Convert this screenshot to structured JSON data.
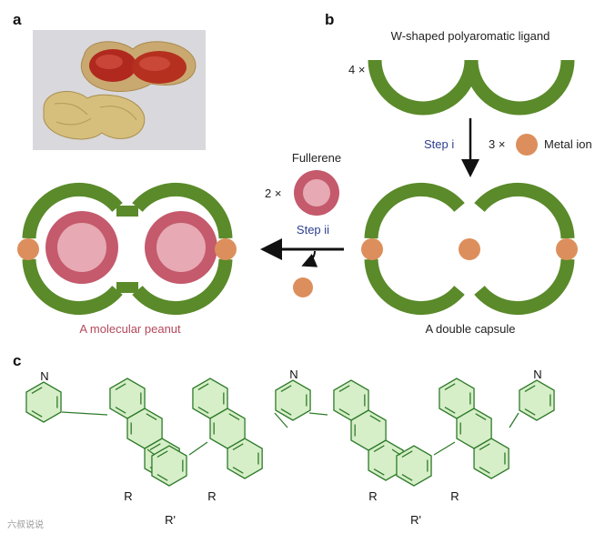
{
  "panels": {
    "a": "a",
    "b": "b",
    "c": "c"
  },
  "labels": {
    "ligand": "W-shaped polyaromatic ligand",
    "ligand_count": "4 ×",
    "step_i": "Step i",
    "metal_count": "3 ×",
    "metal_ion": "Metal ion",
    "fullerene": "Fullerene",
    "fullerene_count": "2 ×",
    "step_ii": "Step ii",
    "double_capsule": "A double capsule",
    "molecular_peanut": "A molecular peanut"
  },
  "chem": {
    "N": "N",
    "R": "R",
    "R_prime": "R'"
  },
  "watermark": "六叔说说",
  "colors": {
    "ligand_green": "#5a8a2a",
    "metal_orange": "#dc8f5c",
    "fullerene_outer": "#c45a6c",
    "fullerene_inner": "#e7a9b3",
    "ring_fill": "#d6efc8",
    "ring_stroke": "#2f7a2a",
    "step_blue": "#2e3f8f",
    "peanut_text": "#b5485a"
  }
}
